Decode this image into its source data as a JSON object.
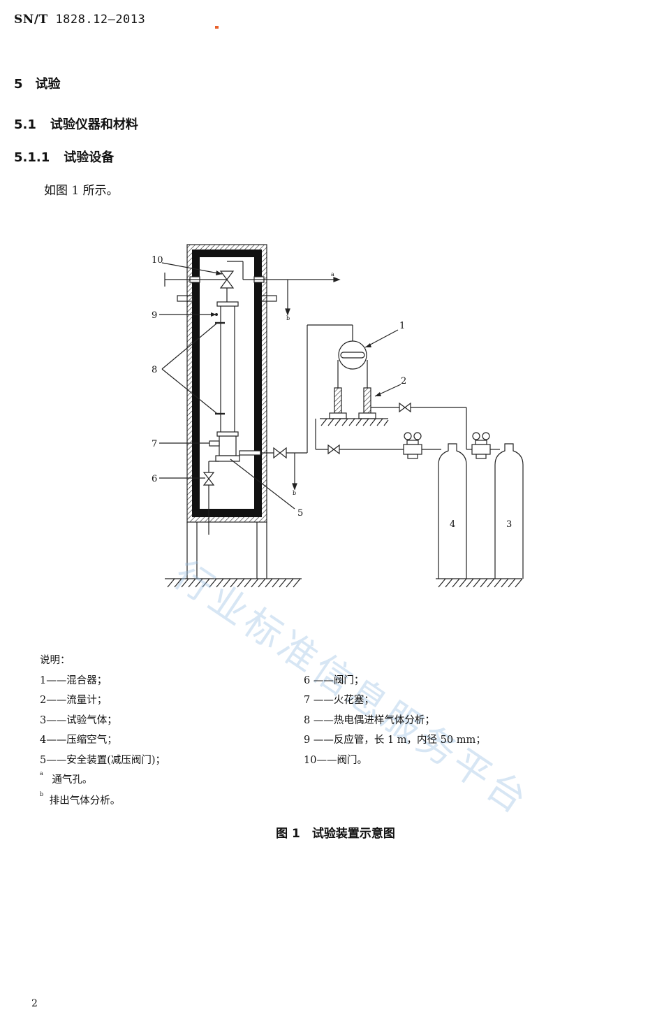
{
  "header": {
    "std_code": "SN/T",
    "std_number": "1828.12—2013"
  },
  "sections": {
    "s5": {
      "num": "5",
      "title": "试验"
    },
    "s51": {
      "num": "5.1",
      "title": "试验仪器和材料"
    },
    "s511": {
      "num": "5.1.1",
      "title": "试验设备"
    }
  },
  "body_text": "如图 1 所示。",
  "diagram": {
    "callouts": [
      "1",
      "2",
      "3",
      "4",
      "5",
      "6",
      "7",
      "8",
      "9",
      "10"
    ],
    "flow_marks": {
      "a": "a",
      "b": "b"
    }
  },
  "legend": {
    "title": "说明：",
    "left": [
      "1——混合器；",
      "2——流量计；",
      "3——试验气体；",
      "4——压缩空气；",
      "5——安全装置(减压阀门)；"
    ],
    "right": [
      "6 ——阀门；",
      "7 ——火花塞；",
      "8 ——热电偶进样气体分析；",
      "9 ——反应管，长 1 m，内径 50 mm；",
      "10——阀门。"
    ],
    "notes": [
      {
        "mark": "a",
        "text": "通气孔。"
      },
      {
        "mark": "b",
        "text": "排出气体分析。"
      }
    ]
  },
  "figure_caption": "图 1　试验装置示意图",
  "page_number": "2",
  "watermark": "行业标准信息服务平台"
}
